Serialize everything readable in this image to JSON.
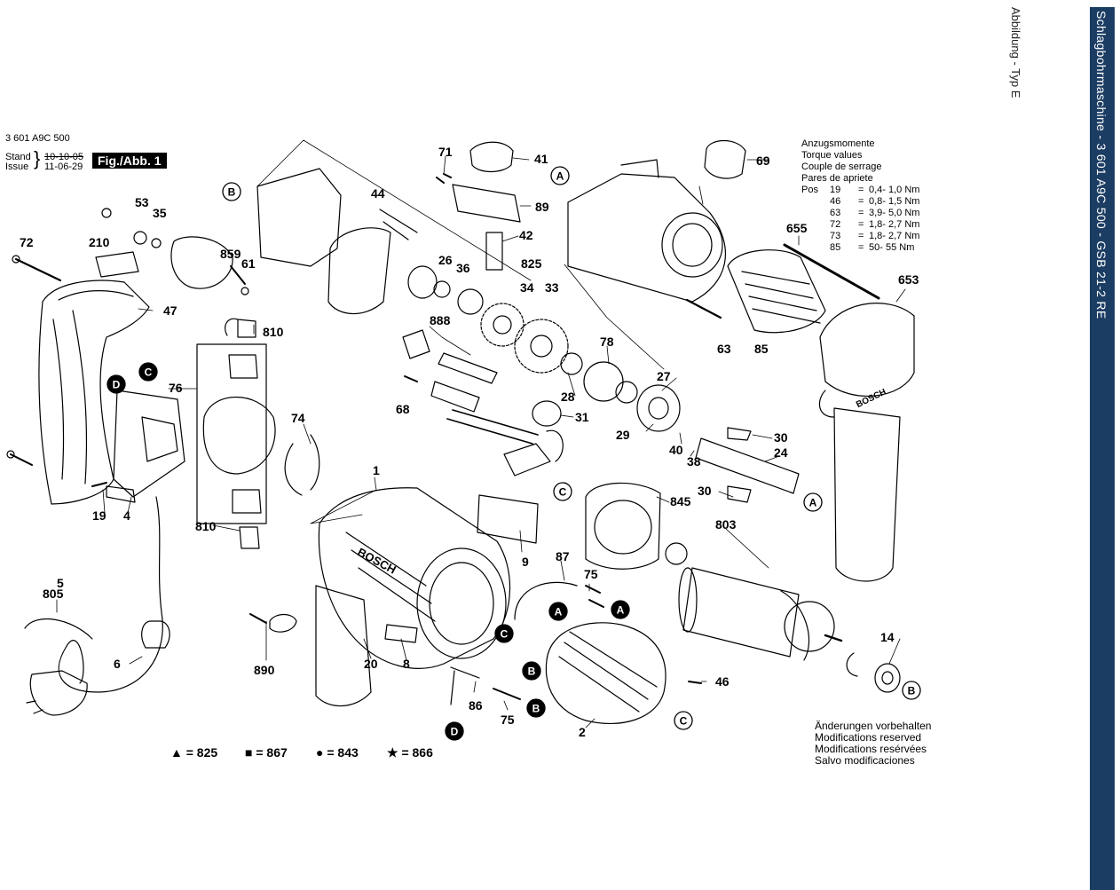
{
  "sidebar_title": "Schlagbohrmaschine - 3 601 A9C 500 - GSB 21-2 RE",
  "caption": "Abbildung - Typ E",
  "header": {
    "part_number": "3 601 A9C 500",
    "stand_label": "Stand",
    "issue_label": "Issue",
    "stand_date": "10-10-05",
    "issue_date": "11-06-29",
    "figure_label": "Fig./Abb. 1"
  },
  "torque": {
    "titles": [
      "Anzugsmomente",
      "Torque values",
      "Couple de serrage",
      "Pares de apriete"
    ],
    "rows": [
      {
        "pos": "Pos",
        "num": "19",
        "eq": "=",
        "val": "0,4- 1,0 Nm"
      },
      {
        "pos": "",
        "num": "46",
        "eq": "=",
        "val": "0,8- 1,5 Nm"
      },
      {
        "pos": "",
        "num": "63",
        "eq": "=",
        "val": "3,9- 5,0 Nm"
      },
      {
        "pos": "",
        "num": "72",
        "eq": "=",
        "val": "1,8- 2,7 Nm"
      },
      {
        "pos": "",
        "num": "73",
        "eq": "=",
        "val": "1,8- 2,7 Nm"
      },
      {
        "pos": "",
        "num": "85",
        "eq": "=",
        "val": "50- 55 Nm"
      }
    ]
  },
  "notes": [
    "Änderungen vorbehalten",
    "Modifications reserved",
    "Modifications resérvées",
    "Salvo modificaciones"
  ],
  "legend": [
    {
      "symbol": "▲",
      "text": "= 825"
    },
    {
      "symbol": "■",
      "text": "= 867"
    },
    {
      "symbol": "●",
      "text": "= 843"
    },
    {
      "symbol": "★",
      "text": "= 866"
    }
  ],
  "brand": "BOSCH",
  "part_labels": [
    "71",
    "41",
    "69",
    "53",
    "35",
    "44",
    "89",
    "72",
    "210",
    "859",
    "61",
    "26",
    "36",
    "42",
    "825",
    "655",
    "653",
    "47",
    "34",
    "33",
    "810",
    "888",
    "78",
    "63",
    "85",
    "76",
    "27",
    "28",
    "31",
    "68",
    "29",
    "40",
    "38",
    "30",
    "24",
    "74",
    "1",
    "845",
    "30",
    "19",
    "4",
    "9",
    "803",
    "87",
    "75",
    "810",
    "5",
    "805",
    "6",
    "890",
    "20",
    "8",
    "86",
    "75",
    "2",
    "46",
    "14"
  ],
  "circle_labels": [
    "A",
    "B",
    "C",
    "D",
    "C",
    "A",
    "A",
    "A",
    "C",
    "B",
    "B",
    "D",
    "C",
    "B"
  ],
  "colors": {
    "sidebar": "#1c3d63",
    "sidebar_text": "#ffffff",
    "ink": "#000000"
  }
}
